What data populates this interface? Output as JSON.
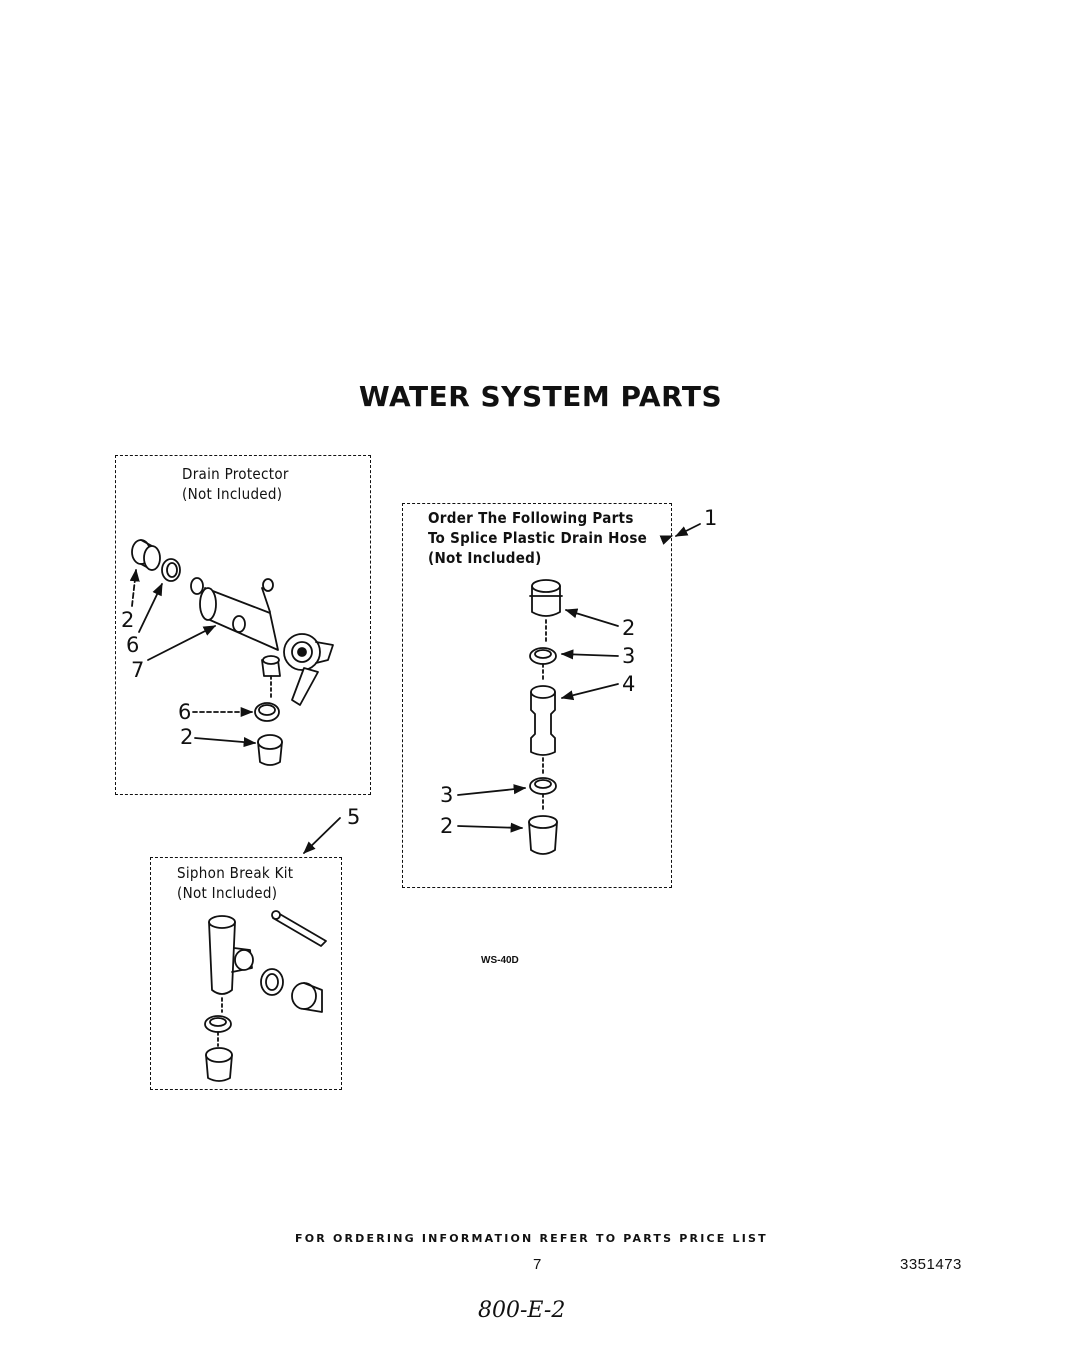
{
  "title": "WATER SYSTEM PARTS",
  "drain_protector": {
    "label_line1": "Drain Protector",
    "label_line2": "(Not Included)",
    "callouts": [
      "2",
      "6",
      "7",
      "6",
      "2"
    ]
  },
  "splice_parts": {
    "label_line1": "Order The Following Parts",
    "label_line2": "To Splice Plastic Drain Hose",
    "label_line3": "(Not Included)",
    "box_ref": "1",
    "callouts": [
      "2",
      "3",
      "4",
      "3",
      "2"
    ]
  },
  "siphon_break": {
    "ref": "5",
    "label_line1": "Siphon Break Kit",
    "label_line2": "(Not Included)"
  },
  "figure_code": "WS-40D",
  "footer": "FOR ORDERING INFORMATION REFER TO PARTS PRICE LIST",
  "page_number": "7",
  "doc_number": "3351473",
  "handwritten_note": "800-E-2"
}
